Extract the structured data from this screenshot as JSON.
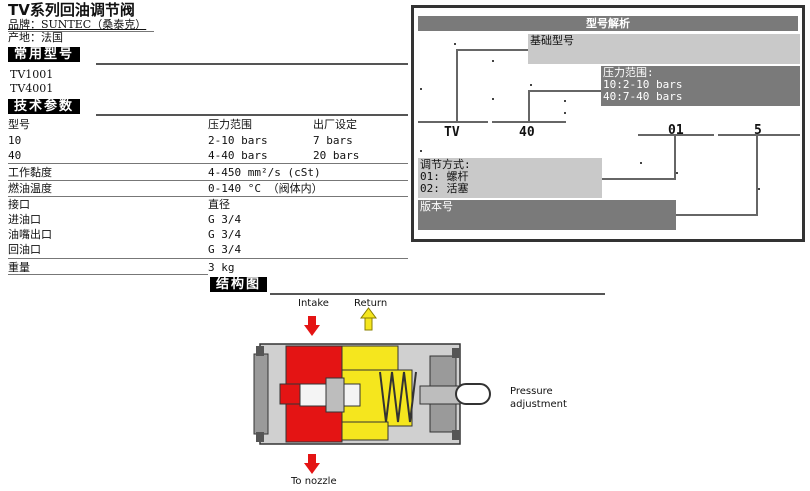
{
  "title": "TV系列回油调节阀",
  "brand": "品牌：SUNTEC（桑泰克）",
  "origin": "产地：法国",
  "models_section": {
    "heading": "常用型号",
    "items": [
      "TV1001",
      "TV4001"
    ]
  },
  "specs_section": {
    "heading": "技术参数",
    "columns": [
      "型号",
      "压力范围",
      "出厂设定"
    ],
    "rows": [
      [
        "10",
        "2-10 bars",
        "7 bars"
      ],
      [
        "40",
        "4-40 bars",
        "20 bars"
      ]
    ],
    "viscosity_label": "工作黏度",
    "viscosity_value": "4-450 mm²/s (cSt)",
    "temp_label": "燃油温度",
    "temp_value": "0-140 °C （阀体内）",
    "ports_label": "接口",
    "ports_header": "直径",
    "ports": [
      {
        "name": "进油口",
        "size": "G 3/4"
      },
      {
        "name": "油嘴出口",
        "size": "G 3/4"
      },
      {
        "name": "回油口",
        "size": "G 3/4"
      }
    ],
    "weight_label": "重量",
    "weight_value": "3 kg"
  },
  "diagram_section": {
    "heading": "结构图",
    "intake": "Intake",
    "return": "Return",
    "pressure": [
      "Pressure",
      "adjustment"
    ],
    "nozzle": "To nozzle"
  },
  "decoder": {
    "title": "型号解析",
    "base_model": "基础型号",
    "pressure_range": [
      "压力范围:",
      "10:2-10 bars",
      "40:7-40 bars"
    ],
    "codes": [
      "TV",
      "40",
      "01",
      "5"
    ],
    "adjust_method": [
      "调节方式:",
      "01: 螺杆",
      "02: 活塞"
    ],
    "version": "版本号"
  }
}
